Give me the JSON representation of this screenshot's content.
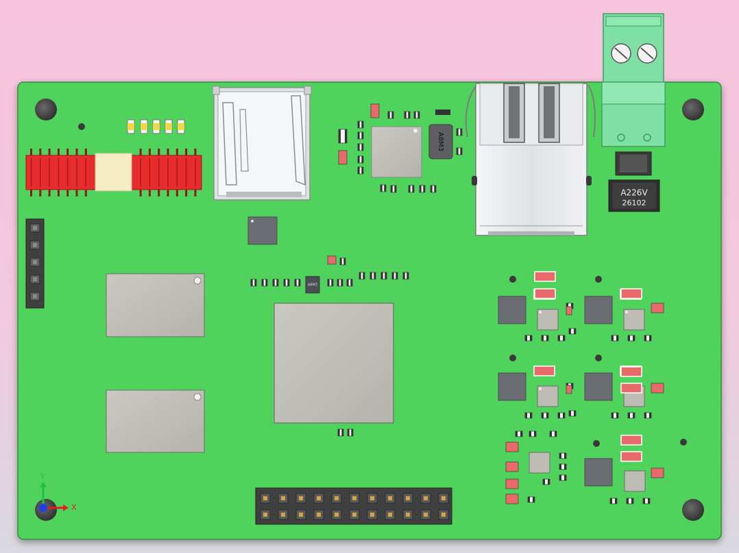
{
  "colors": {
    "background_top": "#f7c3dd",
    "background_bottom": "#d9d9df",
    "pcb": "#4fd35c",
    "pcb_edge": "#2f8f3b",
    "chip": "#bfbfb8",
    "ic_dark": "#6a6d72",
    "smd_red": "#e86a6a",
    "smd_pad": "#cfd4cf",
    "header_red": "#e62c2c",
    "header_black": "#404040",
    "terminal_green": "#7ee0a3",
    "ethernet_gray": "#e8eaec",
    "led_yellow": "#f3d54a",
    "hole": "#4a4a4a",
    "axis_x": "#e02020",
    "axis_y": "#20c040",
    "axis_z": "#2040e0"
  },
  "components": {
    "inductor_marking": "A8M3",
    "crystal_marking": "A8M3",
    "diode_line1": "A226V",
    "diode_line2": "26102"
  },
  "axis_triad": {
    "x_label": "X",
    "y_label": "Y"
  }
}
